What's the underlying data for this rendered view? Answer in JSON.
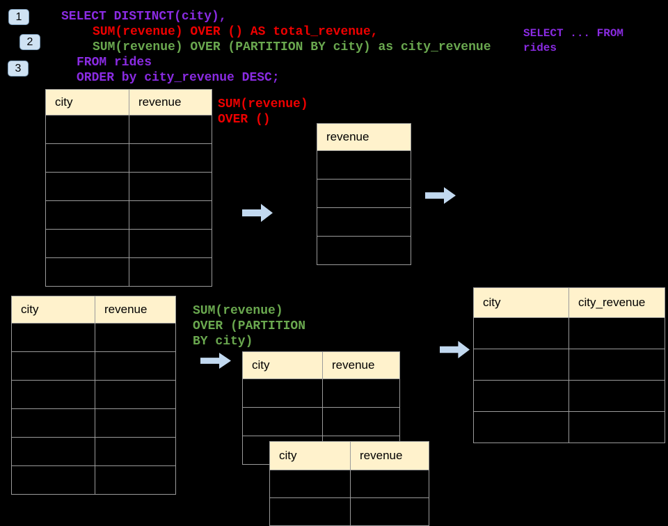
{
  "colors": {
    "background": "#000000",
    "code_purple": "#8a2be2",
    "code_red": "#ee0000",
    "code_green": "#6aa84f",
    "table_header_bg": "#fff2cc",
    "table_border": "#9b9b9b",
    "arrow_fill": "#c2d9f0",
    "badge_bg": "#cfe2f3",
    "badge_border": "#7c9cb8"
  },
  "badges": [
    {
      "label": "1"
    },
    {
      "label": "2"
    },
    {
      "label": "3"
    }
  ],
  "sql": {
    "line1": "SELECT DISTINCT(city),",
    "line2": "SUM(revenue) OVER () AS total_revenue,",
    "line3": "SUM(revenue) OVER (PARTITION BY city) as city_revenue",
    "line4": "FROM rides",
    "line5": "ORDER by city_revenue DESC;"
  },
  "side_note": {
    "line1": "SELECT ... FROM",
    "line2": "rides"
  },
  "annotations": {
    "total_revenue": {
      "line1": "SUM(revenue)",
      "line2": "OVER ()"
    },
    "partition": {
      "line1": "SUM(revenue)",
      "line2": "OVER (PARTITION",
      "line3": "BY city)"
    }
  },
  "tables": {
    "source_top": {
      "headers": [
        "city",
        "revenue"
      ],
      "empty_rows": 6
    },
    "total_result": {
      "headers": [
        "revenue"
      ],
      "empty_rows": 4
    },
    "source_bottom": {
      "headers": [
        "city",
        "revenue"
      ],
      "empty_rows": 6
    },
    "partition_input": {
      "headers": [
        "city",
        "revenue"
      ],
      "empty_rows": 3
    },
    "partition_overlay": {
      "headers": [
        "city",
        "revenue"
      ],
      "empty_rows": 2
    },
    "partition_result": {
      "headers": [
        "city",
        "city_revenue"
      ],
      "empty_rows": 4
    }
  }
}
